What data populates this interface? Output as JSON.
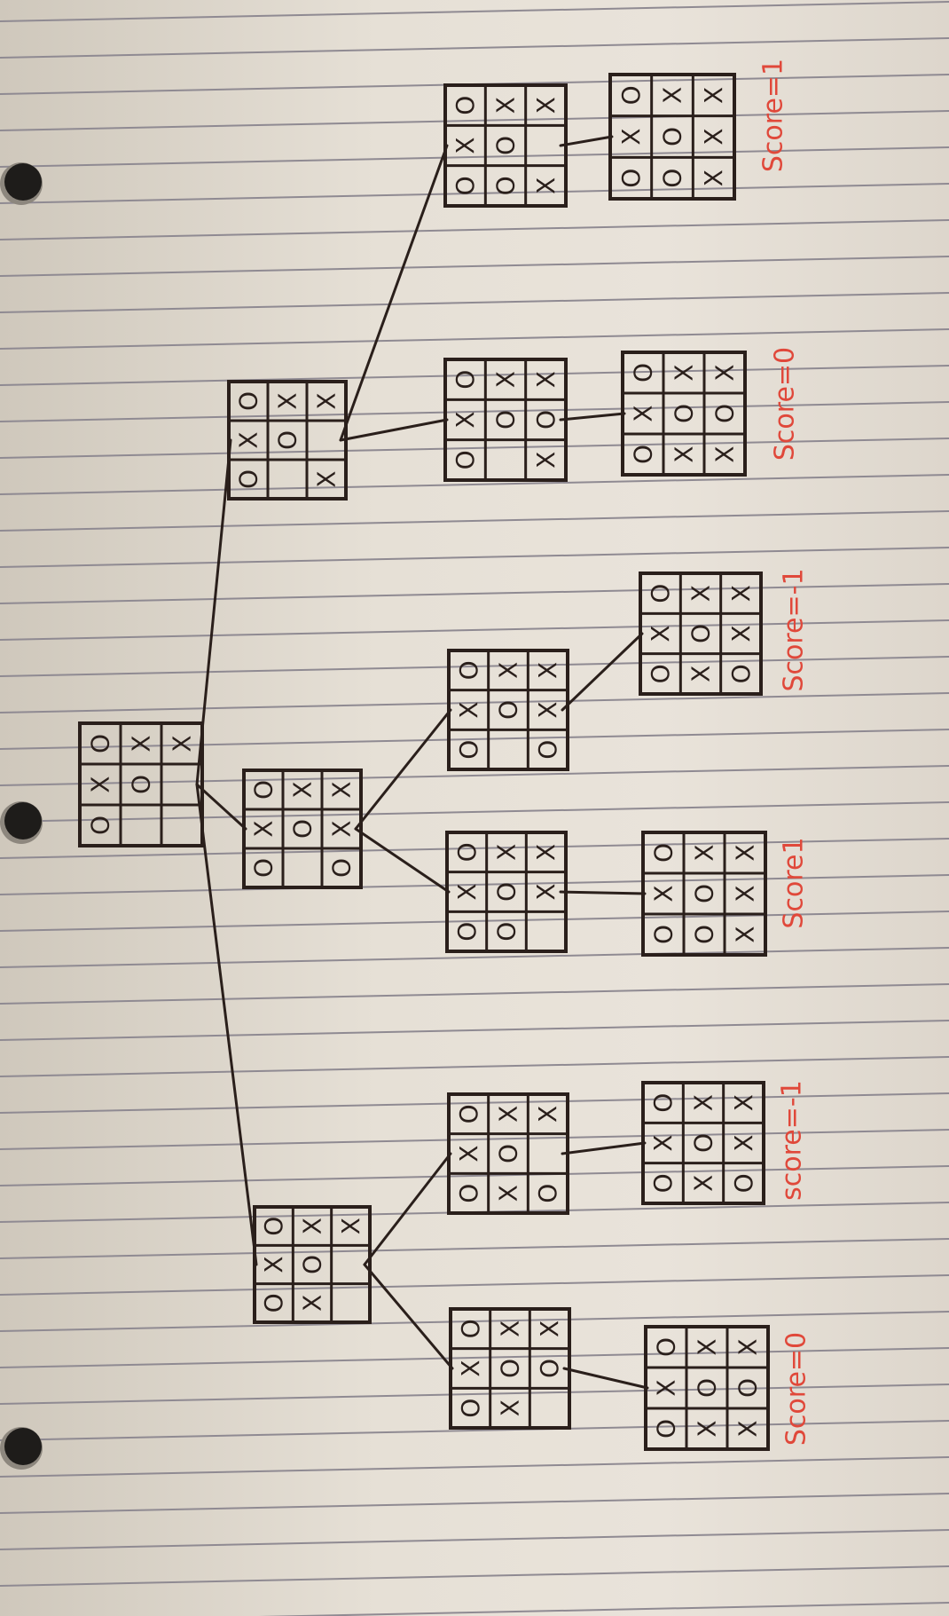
{
  "diagram": {
    "boards": [
      {
        "id": "root",
        "cells": [
          "O",
          "",
          "",
          "X",
          "O",
          "",
          "O",
          "X",
          "X"
        ]
      },
      {
        "id": "b1",
        "cells": [
          "O",
          "",
          "X",
          "X",
          "O",
          "",
          "O",
          "X",
          "X"
        ]
      },
      {
        "id": "b1a",
        "cells": [
          "O",
          "O",
          "X",
          "X",
          "O",
          "",
          "O",
          "X",
          "X"
        ]
      },
      {
        "id": "b1a-end",
        "cells": [
          "O",
          "O",
          "X",
          "X",
          "O",
          "X",
          "O",
          "X",
          "X"
        ],
        "score": "Score=1"
      },
      {
        "id": "b1b",
        "cells": [
          "O",
          "",
          "X",
          "X",
          "O",
          "O",
          "O",
          "X",
          "X"
        ]
      },
      {
        "id": "b1b-end",
        "cells": [
          "O",
          "X",
          "X",
          "X",
          "O",
          "O",
          "O",
          "X",
          "X"
        ],
        "score": "Score=0"
      },
      {
        "id": "b2",
        "cells": [
          "O",
          "",
          "O",
          "X",
          "O",
          "X",
          "O",
          "X",
          "X"
        ]
      },
      {
        "id": "b2a",
        "cells": [
          "O",
          "",
          "O",
          "X",
          "O",
          "X",
          "O",
          "X",
          "X"
        ]
      },
      {
        "id": "b2a-end",
        "cells": [
          "O",
          "X",
          "O",
          "X",
          "O",
          "X",
          "O",
          "X",
          "X"
        ],
        "score": "Score=-1"
      },
      {
        "id": "b2b",
        "cells": [
          "O",
          "O",
          "",
          "X",
          "O",
          "X",
          "O",
          "X",
          "X"
        ]
      },
      {
        "id": "b2b-end",
        "cells": [
          "O",
          "O",
          "X",
          "X",
          "O",
          "X",
          "O",
          "X",
          "X"
        ],
        "score": "Score1"
      },
      {
        "id": "b3",
        "cells": [
          "O",
          "X",
          "",
          "X",
          "O",
          "",
          "O",
          "X",
          "X"
        ]
      },
      {
        "id": "b3a",
        "cells": [
          "O",
          "X",
          "O",
          "X",
          "O",
          "",
          "O",
          "X",
          "X"
        ]
      },
      {
        "id": "b3a-end",
        "cells": [
          "O",
          "X",
          "O",
          "X",
          "O",
          "X",
          "O",
          "X",
          "X"
        ],
        "score": "score=-1"
      },
      {
        "id": "b3b",
        "cells": [
          "O",
          "X",
          "",
          "X",
          "O",
          "O",
          "O",
          "X",
          "X"
        ]
      },
      {
        "id": "b3b-end",
        "cells": [
          "O",
          "X",
          "X",
          "X",
          "O",
          "O",
          "O",
          "X",
          "X"
        ],
        "score": "Score=0"
      }
    ],
    "edges": [
      [
        "root",
        "b1"
      ],
      [
        "root",
        "b2"
      ],
      [
        "root",
        "b3"
      ],
      [
        "b1",
        "b1a"
      ],
      [
        "b1",
        "b1b"
      ],
      [
        "b1a",
        "b1a-end"
      ],
      [
        "b1b",
        "b1b-end"
      ],
      [
        "b2",
        "b2a"
      ],
      [
        "b2",
        "b2b"
      ],
      [
        "b2a",
        "b2a-end"
      ],
      [
        "b2b",
        "b2b-end"
      ],
      [
        "b3",
        "b3a"
      ],
      [
        "b3",
        "b3b"
      ],
      [
        "b3a",
        "b3a-end"
      ],
      [
        "b3b",
        "b3b-end"
      ]
    ]
  }
}
